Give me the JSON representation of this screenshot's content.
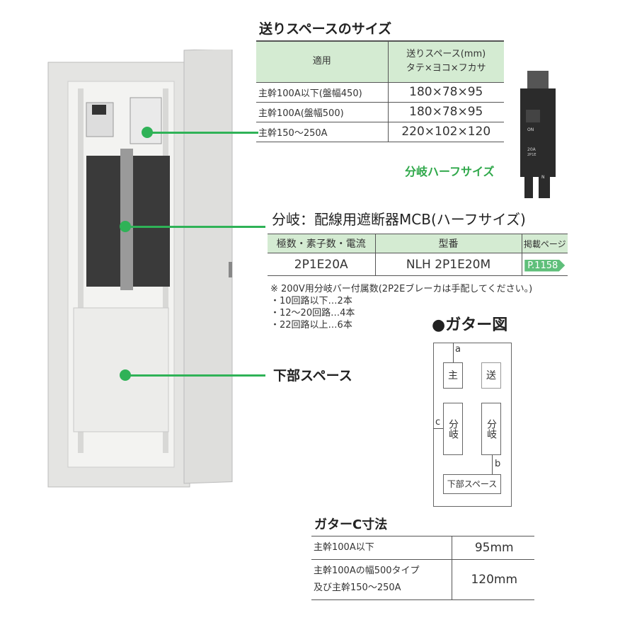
{
  "send_space": {
    "title": "送りスペースのサイズ",
    "col1": "適用",
    "col2_line1": "送りスペース(mm)",
    "col2_line2": "タテ×ヨコ×フカサ",
    "rows": [
      {
        "apply": "主幹100A以下(盤幅450)",
        "size": "180×78×95"
      },
      {
        "apply": "主幹100A(盤幅500)",
        "size": "180×78×95"
      },
      {
        "apply": "主幹150～250A",
        "size": "220×102×120"
      }
    ]
  },
  "breaker_photo": {
    "caption": "分岐ハーフサイズ",
    "label_on": "ON",
    "label_rating": "20A",
    "label_type": "2P1E",
    "label_n": "N"
  },
  "branch": {
    "title": "分岐：配線用遮断器MCB(ハーフサイズ)",
    "col1": "極数・素子数・電流",
    "col2": "型番",
    "col3": "掲載ページ",
    "row": {
      "spec": "2P1E20A",
      "model": "NLH 2P1E20M",
      "page": "P.1158"
    },
    "notes": [
      "※ 200V用分岐バー付属数(2P2Eブレーカは手配してください。)",
      "・10回路以下…2本",
      "・12～20回路…4本",
      "・22回路以上…6本"
    ]
  },
  "lower_space_label": "下部スペース",
  "gutter_diagram": {
    "title": "●ガター図",
    "main": "主",
    "send": "送",
    "branch": "分岐",
    "lower": "下部スペース",
    "a": "a",
    "b": "b",
    "c": "c"
  },
  "gutter_c": {
    "title": "ガターC寸法",
    "rows": [
      {
        "apply": "主幹100A以下",
        "value": "95mm"
      },
      {
        "apply_line1": "主幹100Aの幅500タイプ",
        "apply_line2": "及び主幹150～250A",
        "value": "120mm"
      }
    ]
  },
  "colors": {
    "accent": "#2fb257",
    "header_bg": "#d4ebd2"
  }
}
